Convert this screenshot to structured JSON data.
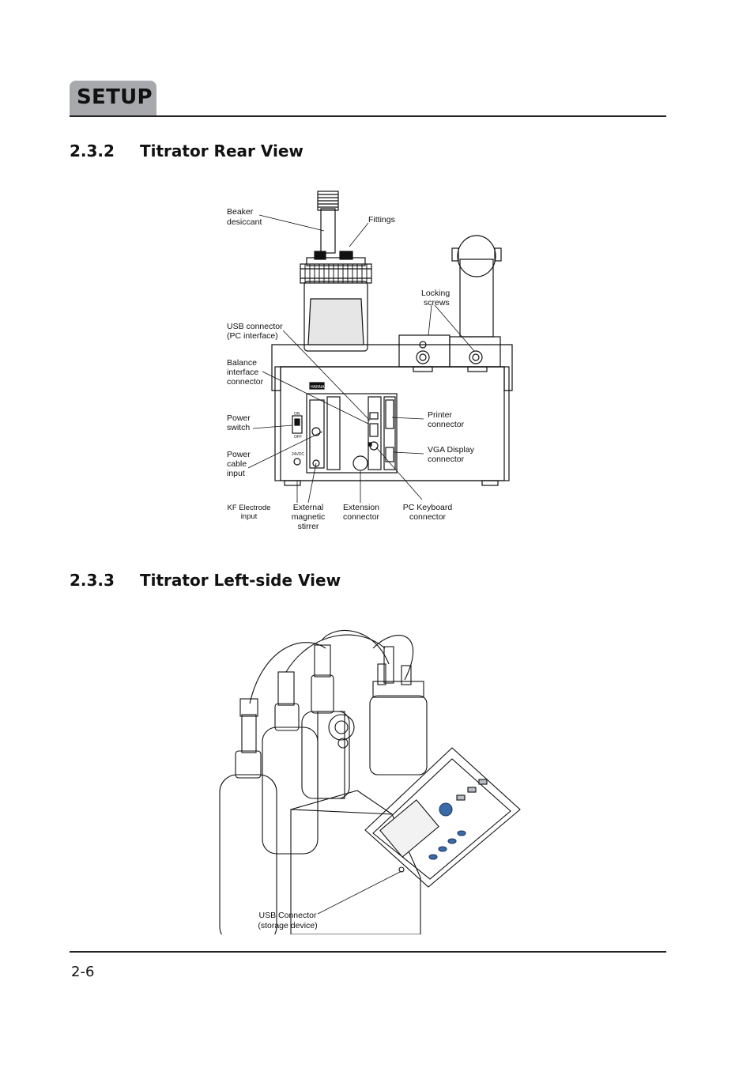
{
  "header": {
    "tab_label": "SETUP"
  },
  "sections": [
    {
      "number": "2.3.2",
      "title": "Titrator Rear View"
    },
    {
      "number": "2.3.3",
      "title": "Titrator Left-side View"
    }
  ],
  "rear_view": {
    "labels": {
      "beaker_desiccant": [
        "Beaker",
        "desiccant"
      ],
      "fittings": [
        "Fittings"
      ],
      "locking_screws": [
        "Locking",
        "screws"
      ],
      "usb_connector": [
        "USB connector",
        "(PC interface)"
      ],
      "balance_interface": [
        "Balance",
        "interface",
        "connector"
      ],
      "power_switch": [
        "Power",
        "switch"
      ],
      "power_cable": [
        "Power",
        "cable",
        "input"
      ],
      "printer_connector": [
        "Printer",
        "connector"
      ],
      "vga_display": [
        "VGA Display",
        "connector"
      ],
      "kf_electrode": [
        "KF Electrode",
        "input"
      ],
      "external_stirrer": [
        "External",
        "magnetic",
        "stirrer"
      ],
      "extension_connector": [
        "Extension",
        "connector"
      ],
      "pc_keyboard": [
        "PC Keyboard",
        "connector"
      ]
    },
    "panel_marks": {
      "on": "ON",
      "off": "OFF",
      "voltage": "24VDC",
      "brand": "HANNA"
    }
  },
  "side_view": {
    "labels": {
      "usb_storage": [
        "USB Connector",
        "(storage device)"
      ]
    }
  },
  "footer": {
    "page_number": "2-6"
  }
}
